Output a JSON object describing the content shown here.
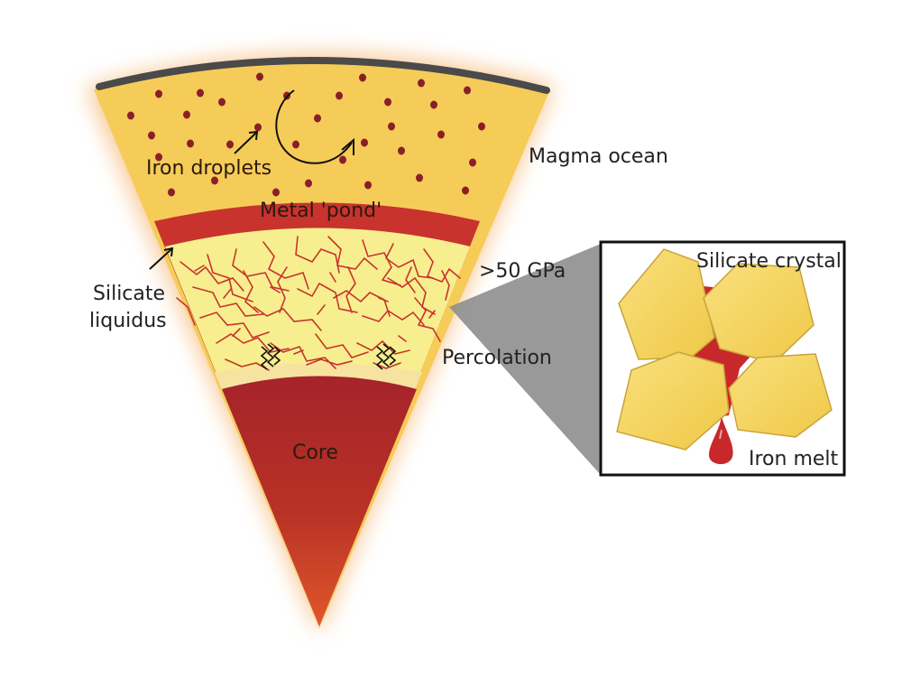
{
  "labels": {
    "iron_droplets": "Iron droplets",
    "magma_ocean": "Magma ocean",
    "metal_pond": "Metal 'pond'",
    "silicate_liquidus_line1": "Silicate",
    "silicate_liquidus_line2": "liquidus",
    "pressure": ">50 GPa",
    "percolation": "Percolation",
    "core": "Core",
    "silicate_crystal": "Silicate crystal",
    "iron_melt": "Iron melt"
  },
  "colors": {
    "magma_ocean": "#f6cc58",
    "metal_pond": "#c8332d",
    "percolation_zone": "#f7ef8f",
    "core": "#a5232a",
    "core_tip": "#e0572a",
    "glow": "#f29a3a",
    "crust": "#4a4a4a",
    "droplet": "#8a1f2a",
    "veins": "#c8332d",
    "crystal": "#f4d45e",
    "inset_melt": "#c8272b",
    "callout": "#8e8e8e"
  }
}
